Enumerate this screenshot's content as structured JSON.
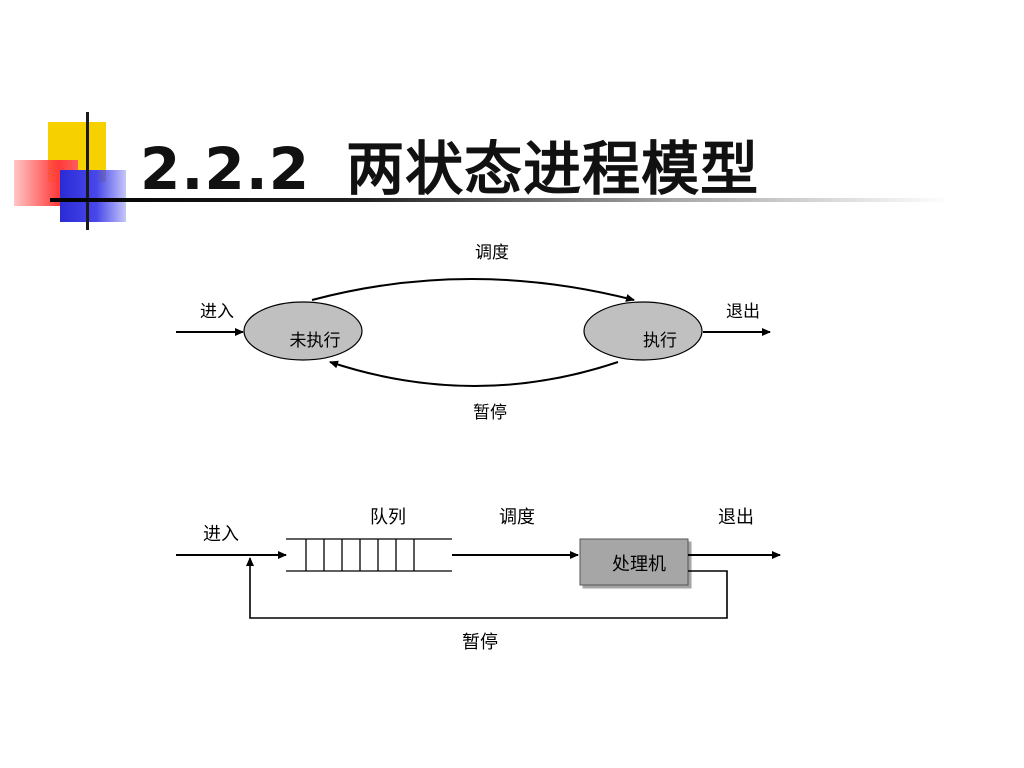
{
  "title": {
    "number": "2.2.2",
    "text": "两状态进程模型"
  },
  "diagram1": {
    "entry_label": "进入",
    "exit_label": "退出",
    "schedule_label": "调度",
    "pause_label": "暂停",
    "state_not_running": "未执行",
    "state_running": "执行"
  },
  "diagram2": {
    "entry_label": "进入",
    "queue_label": "队列",
    "schedule_label": "调度",
    "exit_label": "退出",
    "pause_label": "暂停",
    "processor_label": "处理机"
  },
  "colors": {
    "logo_yellow": "#f7d000",
    "logo_blue": "#2b2bd6",
    "logo_red": "#ff3a3a",
    "state_fill": "#c0c0c0",
    "processor_fill": "#a6a6a6"
  }
}
